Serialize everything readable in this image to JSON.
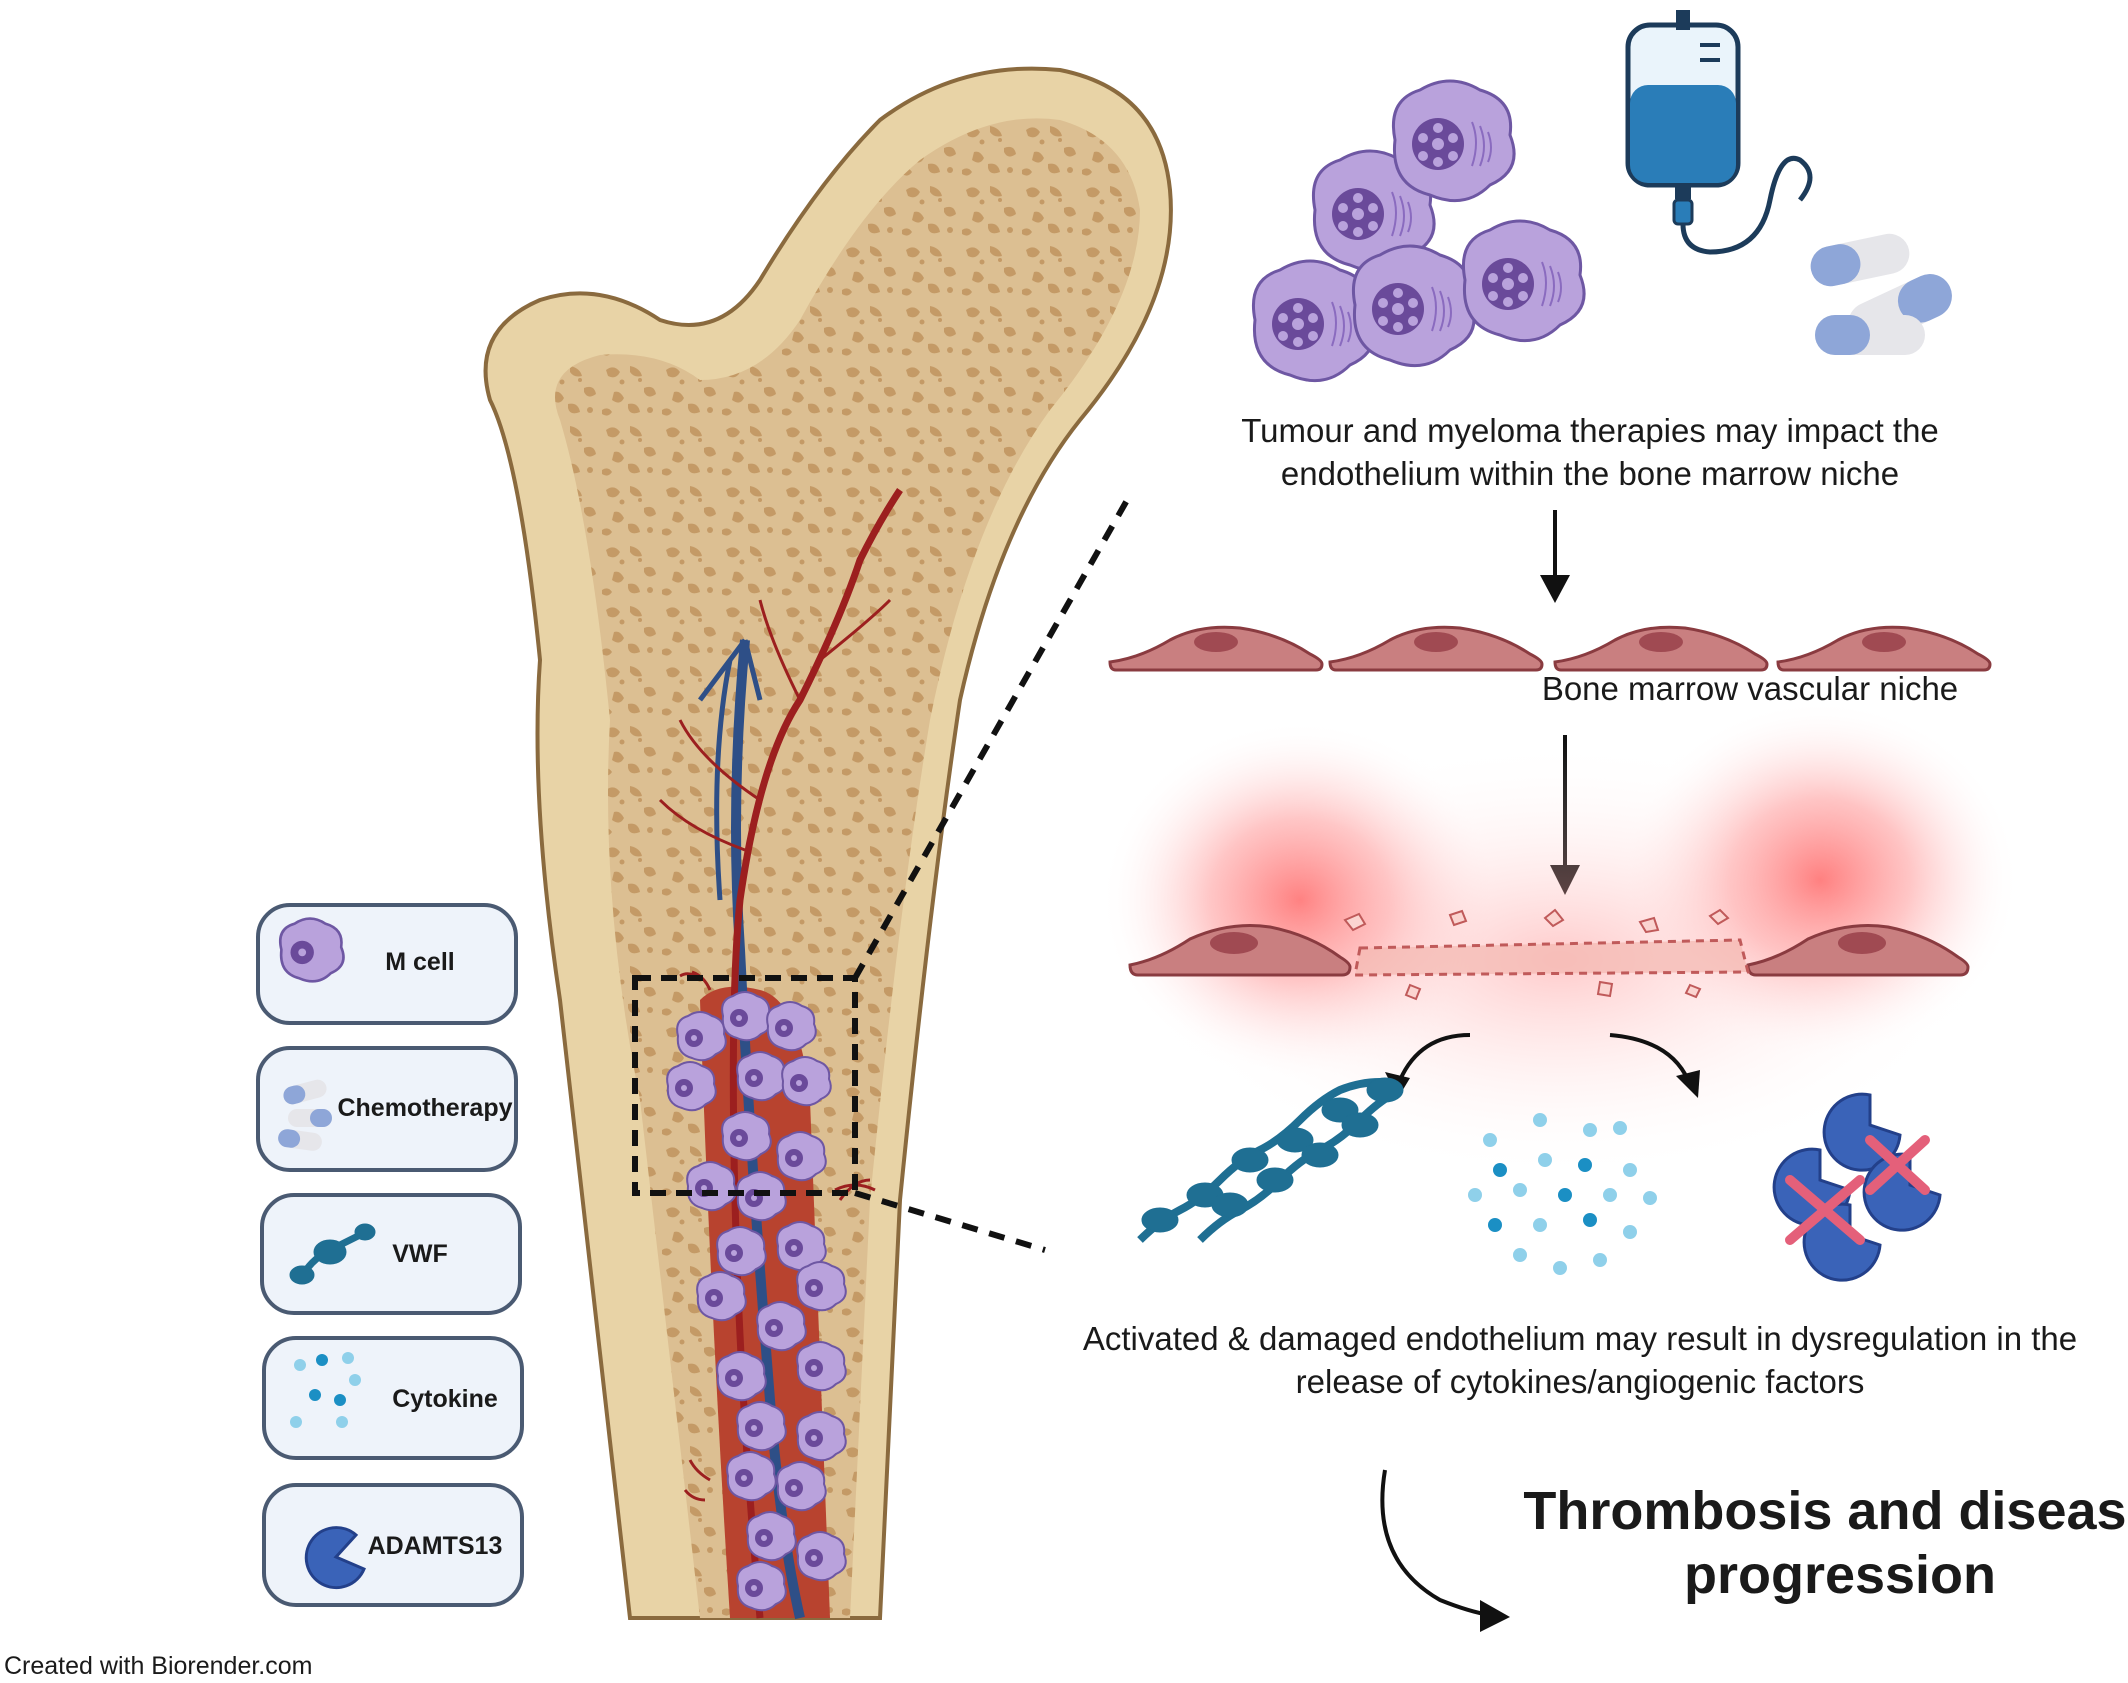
{
  "legend": [
    {
      "id": "m-cell",
      "label": "M cell",
      "icon": "myeloma-cell-icon"
    },
    {
      "id": "chemotherapy",
      "label": "Chemotherapy",
      "icon": "capsules-icon"
    },
    {
      "id": "vwf",
      "label": "VWF",
      "icon": "vwf-multimer-icon"
    },
    {
      "id": "cytokine",
      "label": "Cytokine",
      "icon": "cytokine-dots-icon"
    },
    {
      "id": "adamts13",
      "label": "ADAMTS13",
      "icon": "adamts13-icon"
    }
  ],
  "texts": {
    "tumour_therapies_line1": "Tumour and myeloma therapies may impact  the",
    "tumour_therapies_line2": "endothelium within the bone marrow niche",
    "vascular_niche": "Bone marrow vascular niche",
    "activated_line1": "Activated & damaged endothelium may result in dysregulation in the",
    "activated_line2": "release of cytokines/angiogenic factors",
    "outcome_line1": "Thrombosis and disease",
    "outcome_line2": "progression",
    "credit": "Created with Biorender.com"
  },
  "colors": {
    "bone_outer": "#e8d3a6",
    "bone_inner": "#d8b98a",
    "trabecula": "#c49a66",
    "marrow": "#b8432f",
    "vein": "#2e4f87",
    "artery": "#9c1f1f",
    "m_cell": "#b9a2dc",
    "m_cell_nucleus": "#6a4a9a",
    "endothelial_cell": "#c97f80",
    "inflammation_glow": "#ff5a5a",
    "vwf": "#1f6f93",
    "cytokine_dark": "#1b8fc4",
    "cytokine_light": "#8fd0ea",
    "adamts13": "#3a63b8",
    "inhibition_x": "#e4607a",
    "legend_box_fill": "#eef3fa",
    "legend_box_stroke": "#4a5a72"
  }
}
